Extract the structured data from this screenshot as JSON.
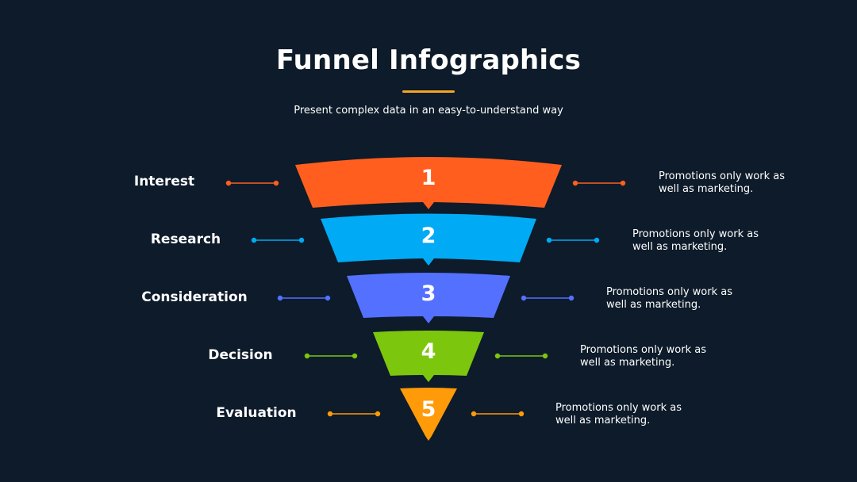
{
  "title": "Funnel Infographics",
  "subtitle": "Present complex data in an easy-to-understand way",
  "accent_color": "#f5a623",
  "background_color": "#0d1b2a",
  "stages": [
    {
      "number": "1",
      "label": "Interest",
      "description": "Promotions only work as well as marketing.",
      "color": "#ff5e1f"
    },
    {
      "number": "2",
      "label": "Research",
      "description": "Promotions only work as well as marketing.",
      "color": "#00aaf5"
    },
    {
      "number": "3",
      "label": "Consideration",
      "description": "Promotions only work as well as marketing.",
      "color": "#5470ff"
    },
    {
      "number": "4",
      "label": "Decision",
      "description": "Promotions only work as well as marketing.",
      "color": "#7dc60e"
    },
    {
      "number": "5",
      "label": "Evaluation",
      "description": "Promotions only work as well as marketing.",
      "color": "#ff9a08"
    }
  ]
}
